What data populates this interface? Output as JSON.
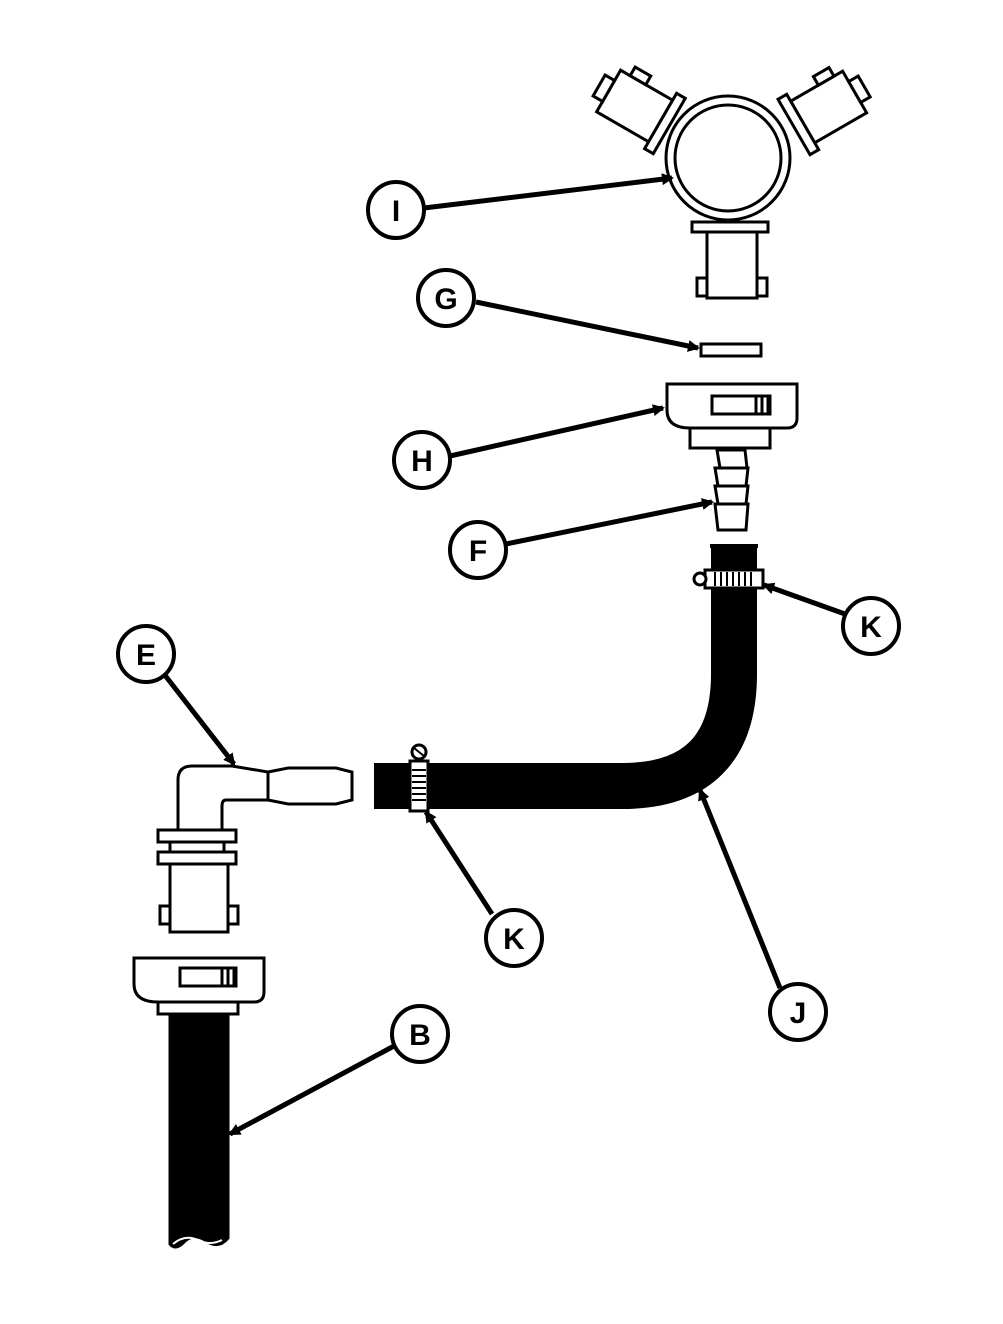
{
  "callouts": {
    "I": "I",
    "G": "G",
    "H": "H",
    "F": "F",
    "K_upper": "K",
    "E": "E",
    "K_lower": "K",
    "J": "J",
    "B": "B"
  },
  "colors": {
    "line": "#000000",
    "background": "#ffffff",
    "hose": "#000000"
  }
}
